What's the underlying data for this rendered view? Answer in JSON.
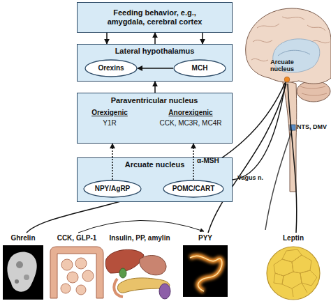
{
  "diagram": {
    "nodes": [
      {
        "text": [
          "Feeding behavior, e.g., amygdala, cerebral cortex"
        ]
      },
      {
        "text": [
          "Lateral hypothalamus"
        ]
      },
      {
        "text": [
          "Orexins"
        ],
        "in": 1
      },
      {
        "text": [
          "MCH"
        ],
        "in": 1
      },
      {
        "text": [
          "Paraventricular nucleus",
          "Orexigenic",
          "Y1R",
          "Anorexigenic",
          "CCK, MC3R, MC4R"
        ]
      },
      {
        "text": [
          "Arcuate nucleus"
        ]
      },
      {
        "text": [
          "NPY/AgRP"
        ],
        "in": 5
      },
      {
        "text": [
          "POMC/CART"
        ],
        "in": 5
      }
    ],
    "edges": [
      {
        "from": 0,
        "to": 1,
        "arrow": "to"
      },
      {
        "from": 1,
        "to": 0,
        "arrow": "to"
      },
      {
        "from": 0,
        "to": 1,
        "arrow": "to"
      },
      {
        "from": 3,
        "to": 2,
        "arrow": "to"
      },
      {
        "from": 4,
        "to": 1,
        "arrow": "to"
      },
      {
        "from": 6,
        "to": 4,
        "arrow": "to"
      },
      {
        "from": 7,
        "to": 4,
        "label": "α-MSH",
        "arrow": "to"
      }
    ],
    "labels": [
      "Arcuate nucleus",
      "NTS, DMV",
      "Vagus n.",
      "Ghrelin",
      "CCK, GLP-1",
      "Insulin, PP, amylin",
      "PYY",
      "Leptin"
    ]
  }
}
